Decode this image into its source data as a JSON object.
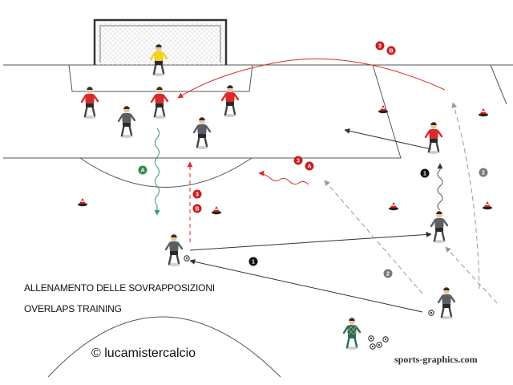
{
  "titles": {
    "line1": "ALLENAMENTO DELLE SOVRAPPOSIZIONI",
    "line2": "OVERLAPS TRAINING"
  },
  "copyright": "© lucamistercalcio",
  "brand": "sports-graphics.com",
  "colors": {
    "attacker": "#5a5f66",
    "defender": "#d92b2b",
    "goalkeeper": "#f2d21a",
    "coach": "#2f6b4f",
    "cone": "#c81e1e",
    "badge_black": "#111111",
    "badge_grey": "#7a7a7a",
    "badge_red": "#c81e1e",
    "badge_green": "#2f8a4a",
    "pass_line": "#333333",
    "run_line": "#999999",
    "dribble_red": "#d92b2b",
    "dribble_green": "#3a9a6a"
  },
  "badges": [
    {
      "id": "b1-mid",
      "text": "1",
      "color": "badge_black"
    },
    {
      "id": "b1-right",
      "text": "1",
      "color": "badge_black"
    },
    {
      "id": "b2-right",
      "text": "2",
      "color": "badge_grey"
    },
    {
      "id": "b2-low",
      "text": "2",
      "color": "badge_grey"
    },
    {
      "id": "b3-top",
      "text": "3",
      "color": "badge_red"
    },
    {
      "id": "bB-top",
      "text": "B",
      "color": "badge_red"
    },
    {
      "id": "b3-mid",
      "text": "3",
      "color": "badge_red"
    },
    {
      "id": "bA-mid",
      "text": "A",
      "color": "badge_red"
    },
    {
      "id": "b3-left",
      "text": "3",
      "color": "badge_red"
    },
    {
      "id": "bB-left",
      "text": "B",
      "color": "badge_red"
    },
    {
      "id": "bA-green",
      "text": "A",
      "color": "badge_green"
    }
  ]
}
